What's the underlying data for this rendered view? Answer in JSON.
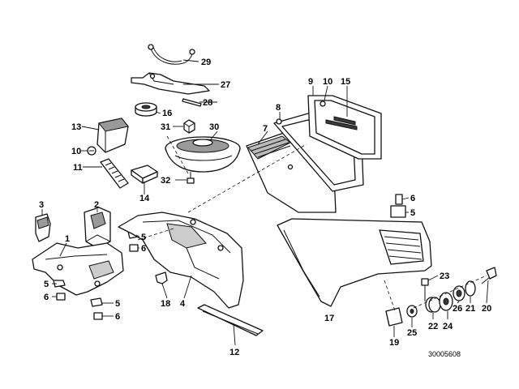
{
  "callouts": {
    "c1": "1",
    "c2": "2",
    "c3": "3",
    "c4": "4",
    "c5a": "5",
    "c5b": "5",
    "c5c": "5",
    "c5d": "5",
    "c6a": "6",
    "c6b": "6",
    "c6c": "6",
    "c6d": "6",
    "c7": "7",
    "c8": "8",
    "c9": "9",
    "c10a": "10",
    "c10b": "10",
    "c11": "11",
    "c12": "12",
    "c13": "13",
    "c14": "14",
    "c15": "15",
    "c16": "16",
    "c17": "17",
    "c18": "18",
    "c19": "19",
    "c20": "20",
    "c21": "21",
    "c22": "22",
    "c23": "23",
    "c24": "24",
    "c25": "25",
    "c26": "26",
    "c27": "27",
    "c28": "28",
    "c29": "29",
    "c30": "30",
    "c31": "31",
    "c32": "32"
  },
  "reference_number": "30005608"
}
